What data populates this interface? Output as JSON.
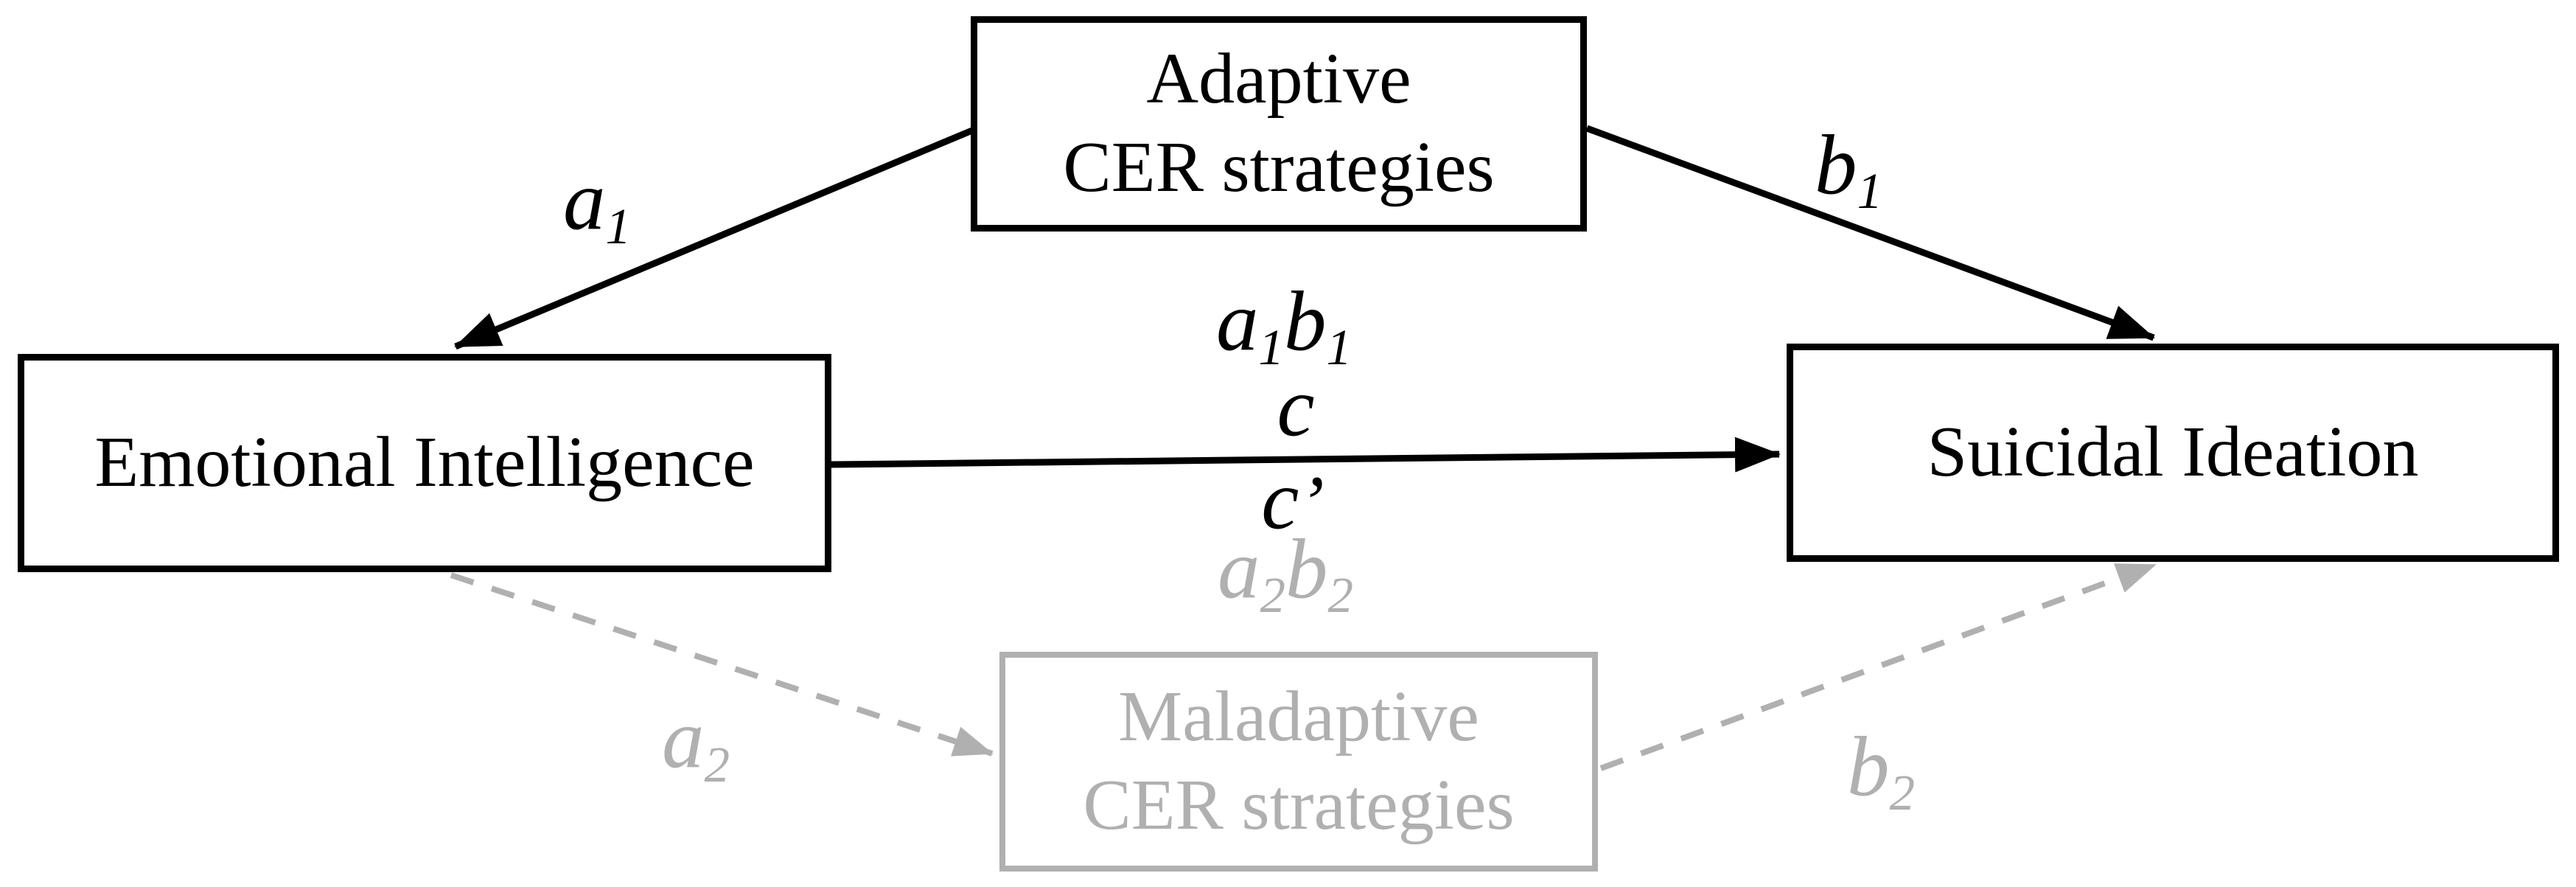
{
  "figure": {
    "type": "mediation-path-diagram",
    "description": "Parallel mediation model with two CER-strategy mediators"
  },
  "colors": {
    "primary": "#000000",
    "muted": "#b0b0b0",
    "background": "#ffffff"
  },
  "boxes": {
    "adaptive": {
      "line1": "Adaptive",
      "line2": "CER strategies"
    },
    "emotional_intelligence": {
      "label": "Emotional Intelligence"
    },
    "suicidal_ideation": {
      "label": "Suicidal Ideation"
    },
    "maladaptive": {
      "line1": "Maladaptive",
      "line2": "CER strategies"
    }
  },
  "path_labels": {
    "a1": {
      "base": "a",
      "sub": "1"
    },
    "b1": {
      "base": "b",
      "sub": "1"
    },
    "a1b1": {
      "base1": "a",
      "sub1": "1",
      "base2": "b",
      "sub2": "1"
    },
    "c": {
      "base": "c"
    },
    "c_prime": {
      "base": "c",
      "prime": "’"
    },
    "a2b2": {
      "base1": "a",
      "sub1": "2",
      "base2": "b",
      "sub2": "2"
    },
    "a2": {
      "base": "a",
      "sub": "2"
    },
    "b2": {
      "base": "b",
      "sub": "2"
    }
  }
}
